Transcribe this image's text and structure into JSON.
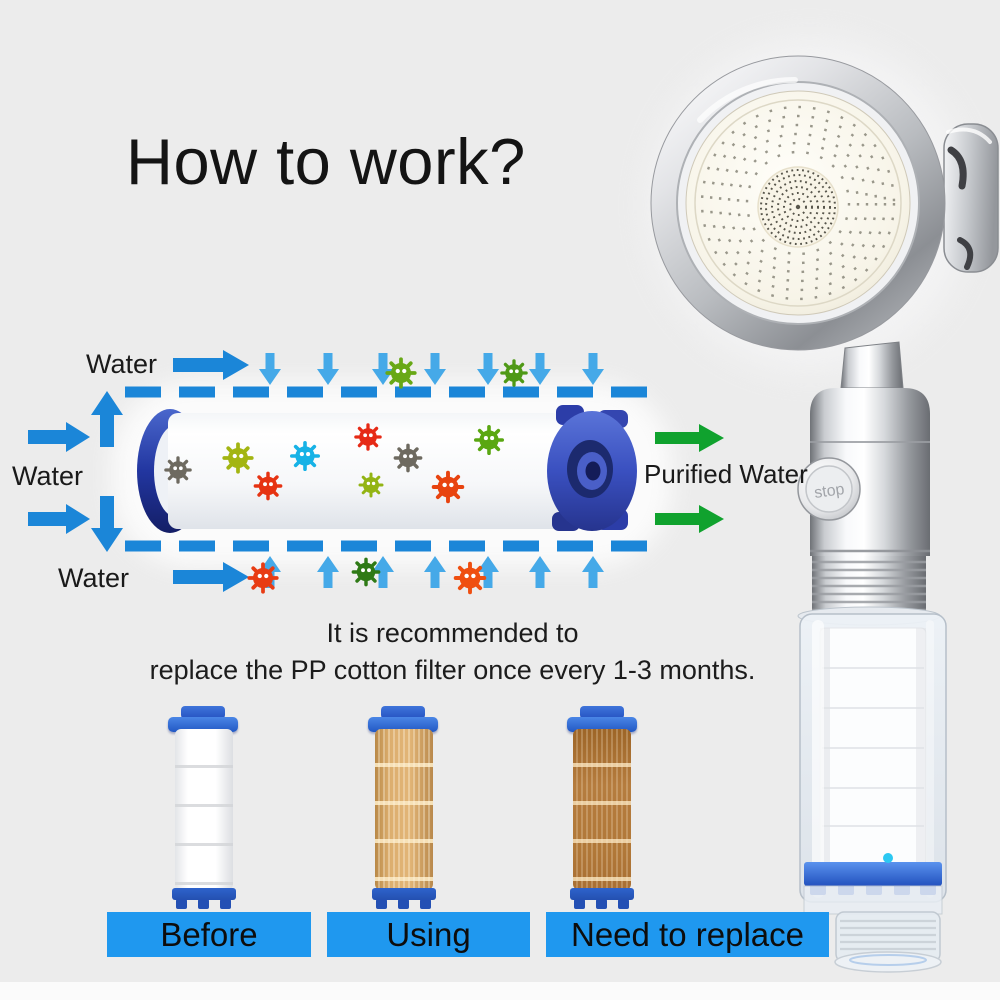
{
  "title": "How to work?",
  "diagram": {
    "label_water_top": "Water",
    "label_water_left": "Water",
    "label_water_bottom": "Water",
    "label_purified_water": "Purified Water",
    "colors": {
      "flow_arrow_blue": "#1b86d8",
      "seep_arrow_blue": "#45a9e8",
      "purified_arrow_green": "#10a22e",
      "cartridge_end_cap_blue": "#3a50c0",
      "cartridge_ring_navy": "#16246e"
    },
    "germ_colors": [
      "#6e6a60",
      "#a3b512",
      "#e63312",
      "#17b2e6",
      "#e62a16",
      "#93b414",
      "#e8430f",
      "#5aa712",
      "#68a816",
      "#2f7a16",
      "#ef4f10"
    ]
  },
  "recommendation": {
    "line1": "It is recommended to",
    "line2": "replace the PP cotton filter once every 1-3 months."
  },
  "shower": {
    "stop_button_label": "stop"
  },
  "filter_stages": [
    {
      "label": "Before",
      "body_color": "#fdfdfd"
    },
    {
      "label": "Using",
      "body_color": "#d9a968"
    },
    {
      "label": "Need to replace",
      "body_color": "#ab7036"
    }
  ],
  "banner_color": "#1f98ef"
}
